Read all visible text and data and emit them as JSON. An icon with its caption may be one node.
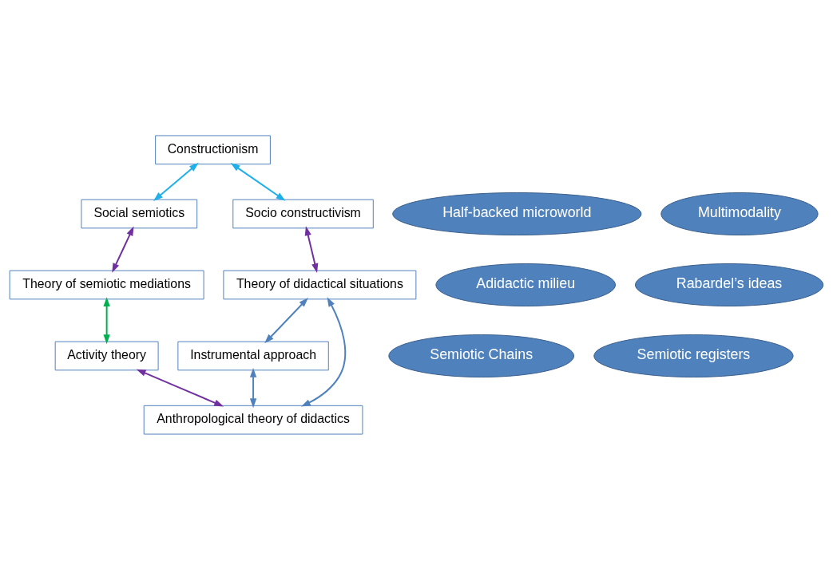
{
  "diagram": {
    "nodes": [
      {
        "text": [
          "Constructionism"
        ]
      },
      {
        "text": [
          "Social semiotics"
        ]
      },
      {
        "text": [
          "Socio constructivism"
        ]
      },
      {
        "text": [
          "Theory of didactical situations"
        ]
      },
      {
        "text": [
          "Instrumental approach"
        ]
      },
      {
        "text": [
          "Anthropological theory of didactics"
        ]
      },
      {
        "text": [
          "Activity theory"
        ]
      },
      {
        "text": [
          "Theory of semiotic mediations"
        ]
      },
      {
        "text": [
          "Half-backed microworld"
        ]
      },
      {
        "text": [
          "Multimodality"
        ]
      },
      {
        "text": [
          "Adidactic milieu"
        ]
      },
      {
        "text": [
          "Rabardel’s ideas"
        ]
      },
      {
        "text": [
          "Semiotic Chains"
        ]
      },
      {
        "text": [
          "Semiotic registers"
        ]
      }
    ],
    "edges": [
      {
        "from": 0,
        "to": 2,
        "arrow": "both",
        "color": "#1fb0ea"
      },
      {
        "from": 0,
        "to": 1,
        "arrow": "both",
        "color": "#1fb0ea"
      },
      {
        "from": 1,
        "to": 7,
        "arrow": "both",
        "color": "#7030a0"
      },
      {
        "from": 2,
        "to": 3,
        "arrow": "both",
        "color": "#7030a0"
      },
      {
        "from": 7,
        "to": 6,
        "arrow": "both",
        "color": "#00b050"
      },
      {
        "from": 3,
        "to": 4,
        "arrow": "both",
        "color": "#4f81bd"
      },
      {
        "from": 3,
        "to": 5,
        "arrow": "both",
        "color": "#4f81bd"
      },
      {
        "from": 4,
        "to": 5,
        "arrow": "both",
        "color": "#4f81bd"
      },
      {
        "from": 5,
        "to": 6,
        "arrow": "both",
        "color": "#7030a0"
      }
    ]
  }
}
